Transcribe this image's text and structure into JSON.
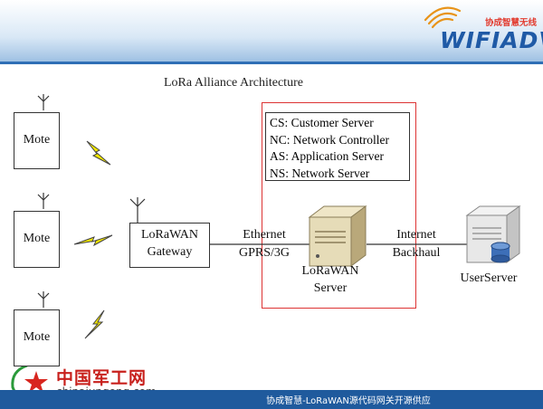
{
  "header": {
    "logo_cn": "协成智慧无线",
    "logo_text": "WIFIADV"
  },
  "diagram": {
    "title": "LoRa Alliance Architecture",
    "motes": [
      "Mote",
      "Mote",
      "Mote"
    ],
    "gateway": {
      "line1": "LoRaWAN",
      "line2": "Gateway"
    },
    "link_left": {
      "line1": "Ethernet",
      "line2": "GPRS/3G"
    },
    "link_right": {
      "line1": "Internet",
      "line2": "Backhaul"
    },
    "server": {
      "line1": "LoRaWAN",
      "line2": "Server"
    },
    "user_server": "UserServer",
    "legend": [
      "CS: Customer Server",
      "NC: Network Controller",
      "AS: Application Server",
      "NS: Network Server"
    ]
  },
  "watermark": {
    "cn": "中国军工网",
    "url": "chinajungong.com"
  },
  "footer": {
    "text": "协成智慧-LoRaWAN源代码网关开源供应"
  },
  "colors": {
    "footer_bg": "#1f5a9d",
    "logo_blue": "#1f5aa6",
    "accent_red": "#d33333",
    "bolt_yellow": "#f2e600"
  }
}
